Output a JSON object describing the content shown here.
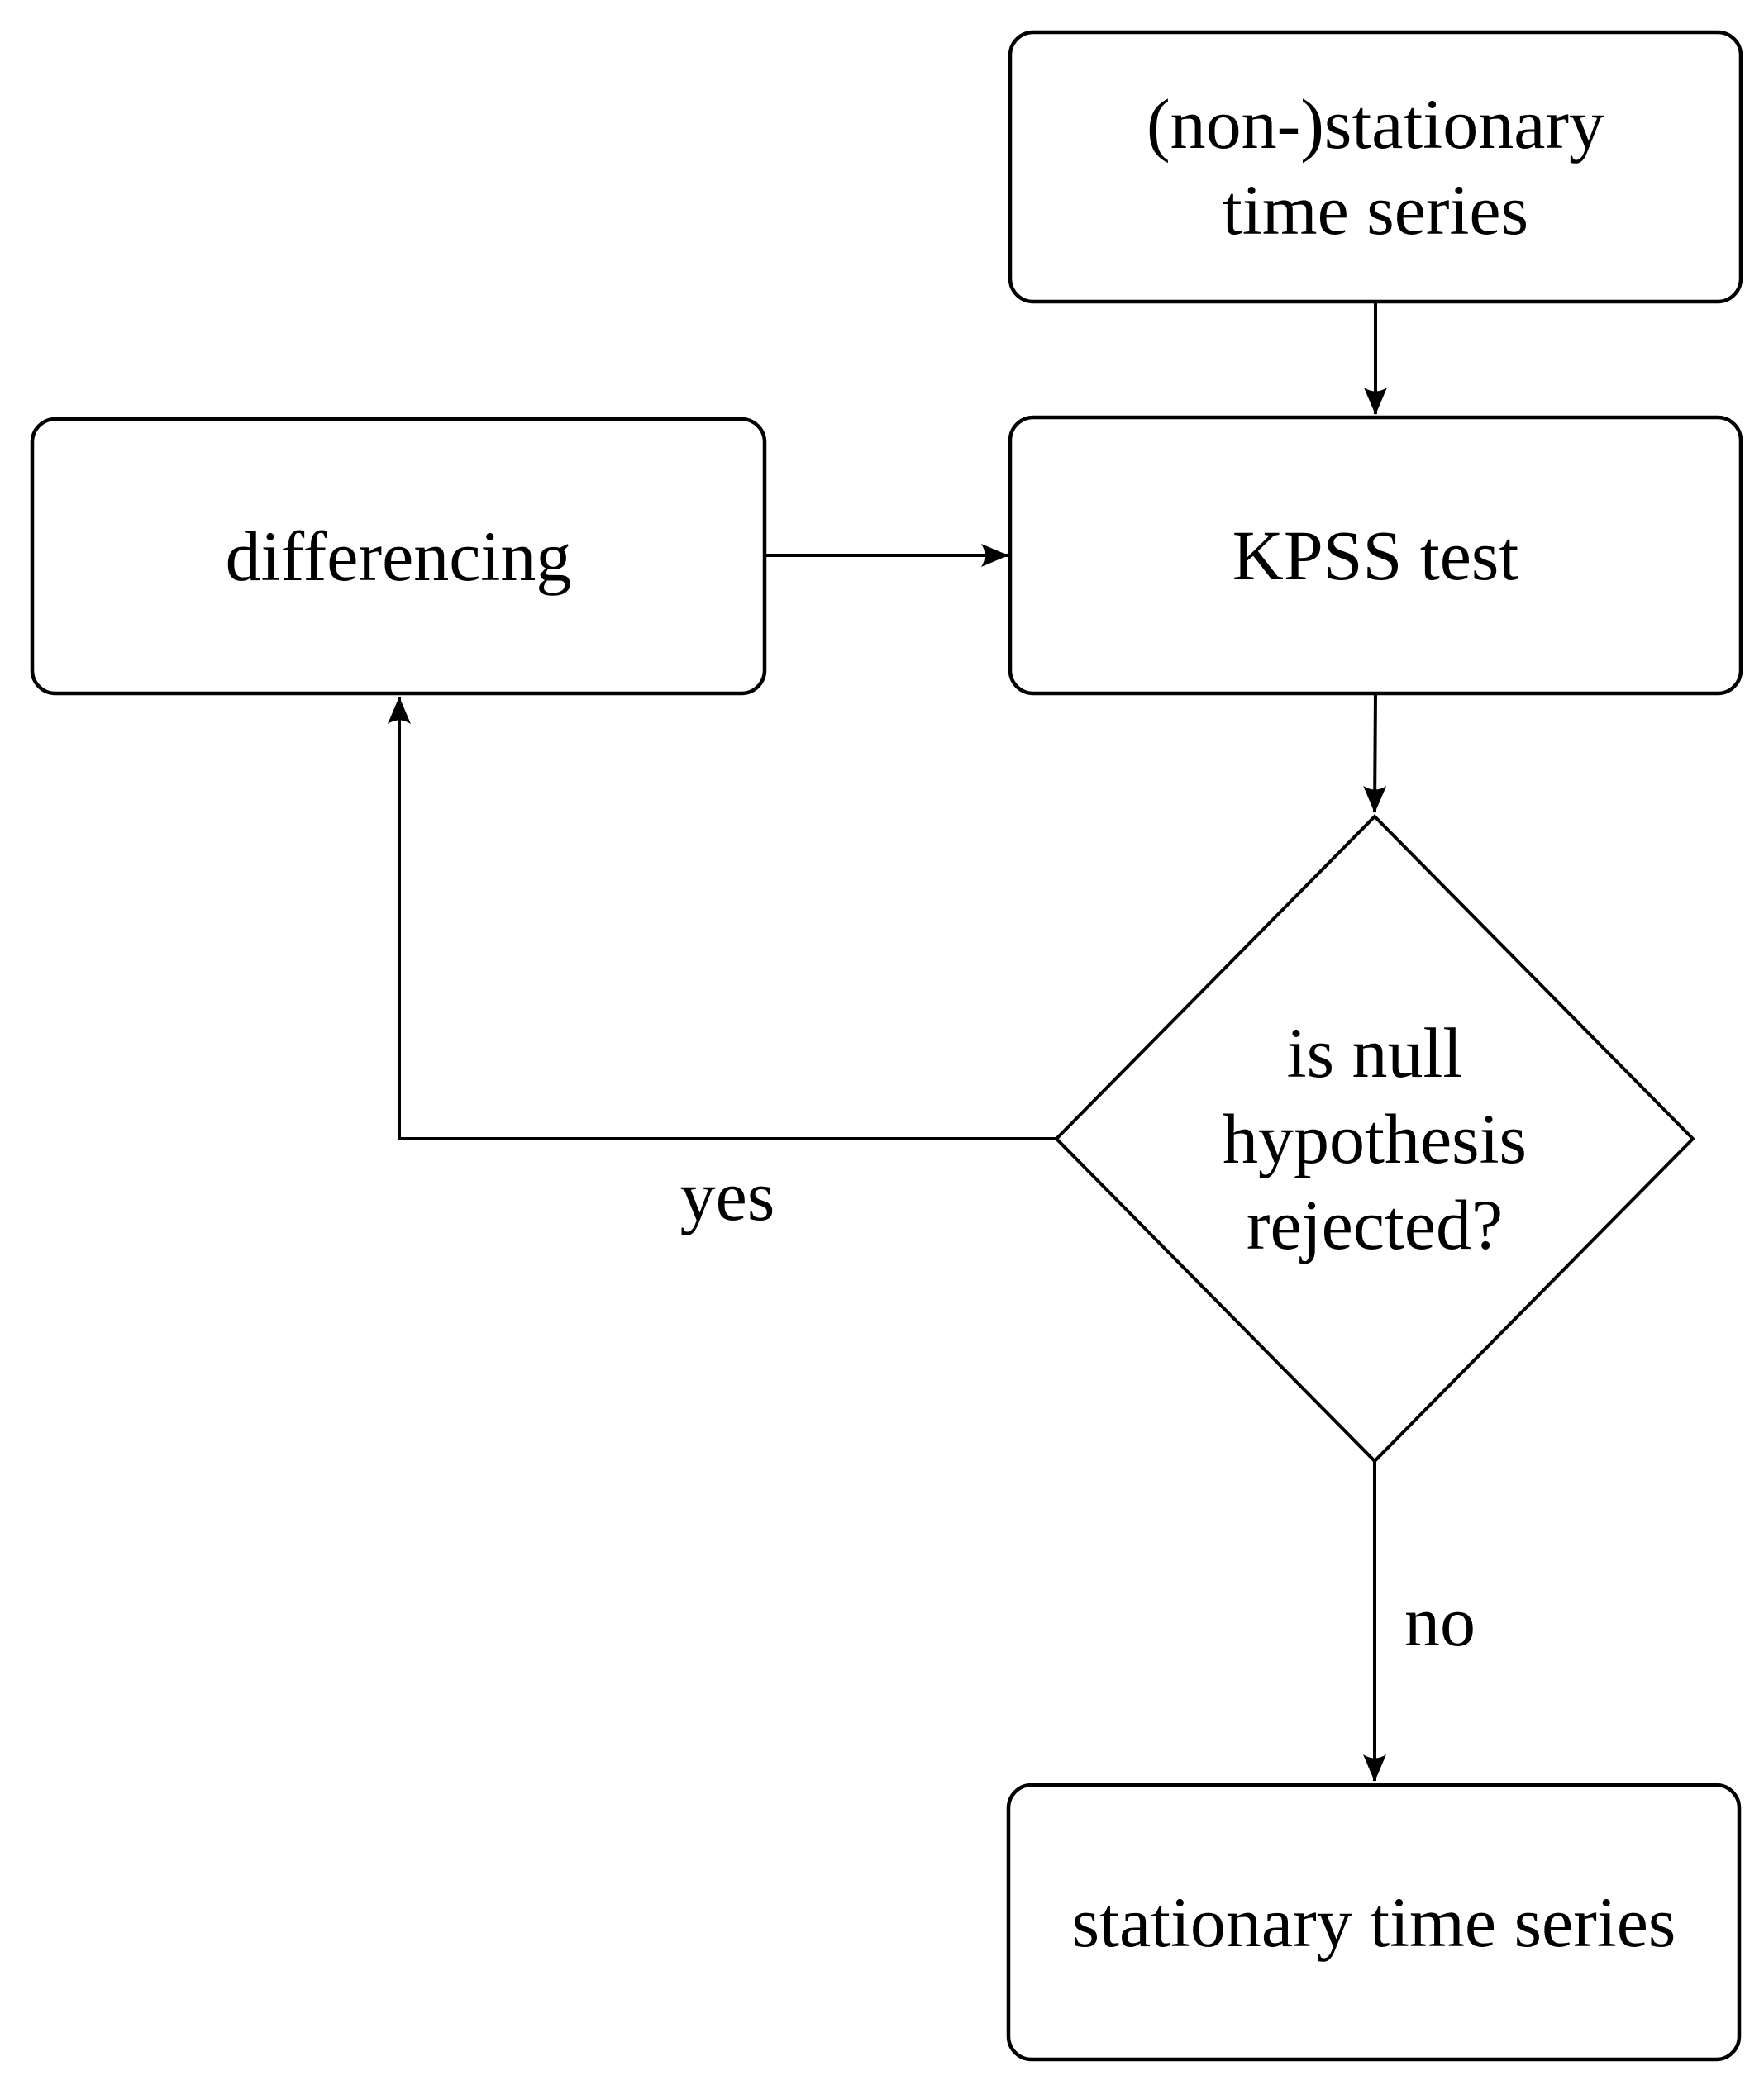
{
  "diagram": {
    "type": "flowchart",
    "colors": {
      "line": "#000000",
      "background": "#ffffff",
      "text": "#000000"
    },
    "nodes": {
      "input": {
        "line1": "(non-)stationary",
        "line2": "time series"
      },
      "kpss": {
        "label": "KPSS test"
      },
      "differencing": {
        "label": "differencing"
      },
      "decision": {
        "line1": "is null",
        "line2": "hypothesis",
        "line3": "rejected?"
      },
      "output": {
        "label": "stationary time series"
      }
    },
    "edges": {
      "yes_label": "yes",
      "no_label": "no"
    }
  }
}
